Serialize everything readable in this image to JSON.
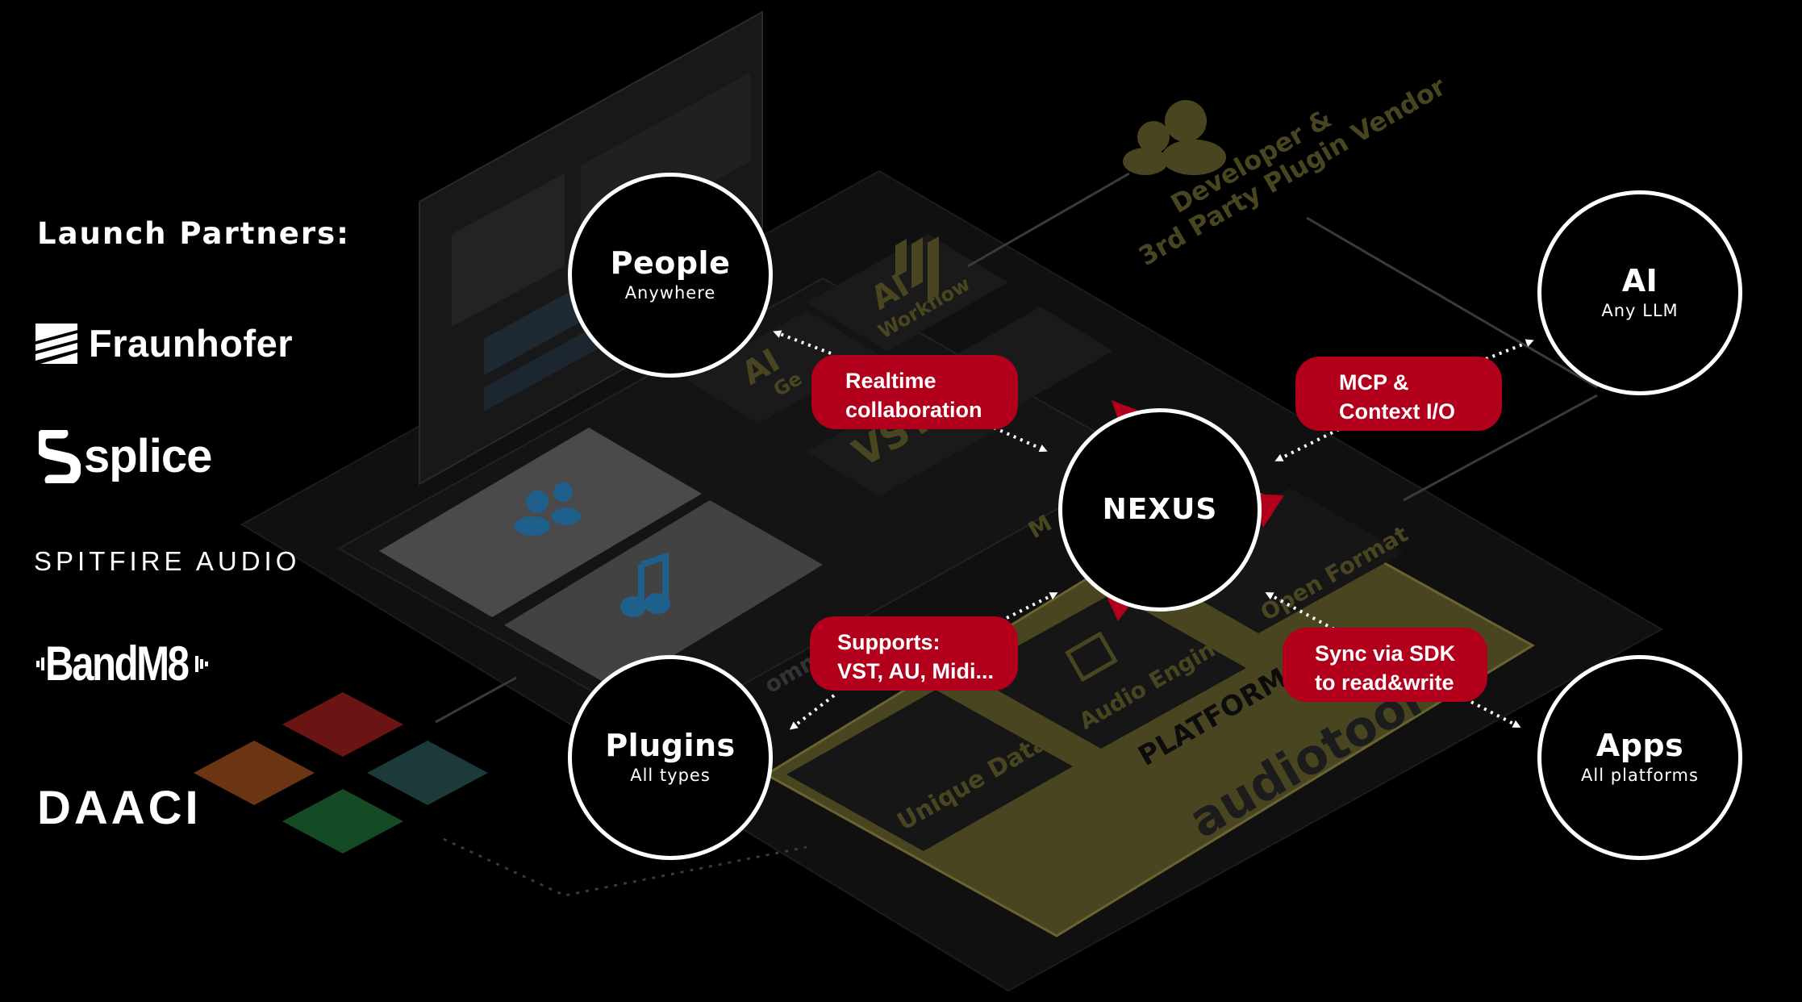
{
  "partners": {
    "title": "Launch Partners:",
    "logos": [
      {
        "name": "Fraunhofer",
        "text": "Fraunhofer"
      },
      {
        "name": "Splice",
        "text": "splice"
      },
      {
        "name": "Spitfire Audio",
        "text": "SPITFIRE AUDIO"
      },
      {
        "name": "BandM8",
        "text": "BandM8"
      },
      {
        "name": "DAACI",
        "text": "DAACI"
      }
    ]
  },
  "nodes": {
    "people": {
      "title": "People",
      "subtitle": "Anywhere"
    },
    "plugins": {
      "title": "Plugins",
      "subtitle": "All types"
    },
    "ai": {
      "title": "AI",
      "subtitle": "Any LLM"
    },
    "apps": {
      "title": "Apps",
      "subtitle": "All platforms"
    },
    "nexus": {
      "title": "NEXUS"
    }
  },
  "connectors": {
    "realtime": {
      "line1": "Realtime",
      "line2": "collaboration"
    },
    "mcp": {
      "line1": "MCP &",
      "line2": "Context I/O"
    },
    "supports": {
      "line1": "Supports:",
      "line2": "VST, AU, Midi..."
    },
    "sync": {
      "line1": "Sync via SDK",
      "line2": "to read&write"
    }
  },
  "background_labels": {
    "vendor_line1": "Developer &",
    "vendor_line2": "3rd Party Plugin Vendor",
    "ai_workflow_1": "AI",
    "ai_workflow_2": "Workflow",
    "ai_ge": "AI",
    "ai_ge_2": "Ge",
    "vst": "VST",
    "m": "M",
    "open_format": "Open Format",
    "audio_engine": "Audio Engine",
    "unique_data": "Unique Data",
    "platform": "PLATFORM",
    "brand": "audiotool",
    "comm": "omm"
  },
  "colors": {
    "background": "#000000",
    "pill": "#b2001c",
    "platform_gold": "#5c5528",
    "node_border": "#ffffff"
  }
}
